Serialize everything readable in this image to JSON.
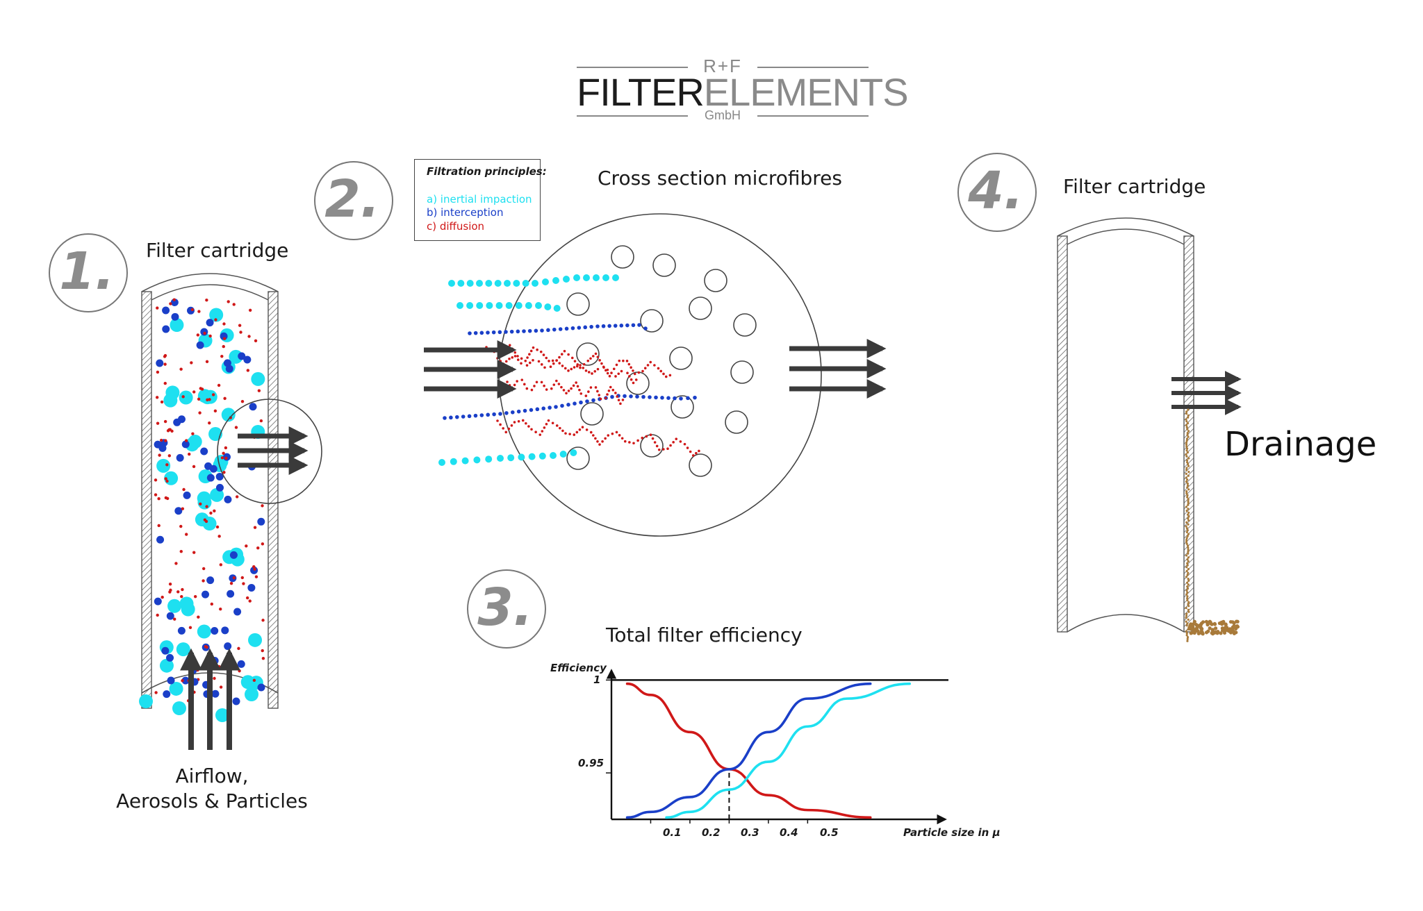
{
  "logo": {
    "top": "R+F",
    "main_a": "FILTER",
    "main_b": "ELEMENTS",
    "sub": "GmbH"
  },
  "steps": [
    "1.",
    "2.",
    "3.",
    "4."
  ],
  "labels": {
    "filter_cartridge_1": "Filter cartridge",
    "cross_section": "Cross section microfibres",
    "filter_cartridge_4": "Filter cartridge",
    "total_efficiency": "Total filter efficiency",
    "drainage": "Drainage",
    "airflow_line1": "Airflow,",
    "airflow_line2": "Aerosols & Particles"
  },
  "legend": {
    "title": "Filtration principles:",
    "items": [
      {
        "text": "a) inertial impaction",
        "color": "#1ee0f0"
      },
      {
        "text": "b) interception",
        "color": "#1a3fc8"
      },
      {
        "text": "c) diffusion",
        "color": "#d01818"
      }
    ]
  },
  "colors": {
    "cyan": "#1ee0f0",
    "blue": "#1a3fc8",
    "red": "#d01818",
    "arrow": "#3a3a3a",
    "drain": "#a87a3a"
  },
  "chart_data": {
    "type": "line",
    "title": "Total filter efficiency",
    "xlabel": "Particle size in μ",
    "ylabel": "Efficiency",
    "x_ticks": [
      "0.1",
      "0.2",
      "0.3",
      "0.4",
      "0.5"
    ],
    "y_ticks": [
      "1",
      "0.95"
    ],
    "xlim": [
      0,
      0.85
    ],
    "ylim": [
      0.925,
      1.005
    ],
    "series": [
      {
        "color": "#d01818",
        "x": [
          0.04,
          0.1,
          0.2,
          0.3,
          0.4,
          0.5,
          0.66
        ],
        "y": [
          0.998,
          0.992,
          0.972,
          0.952,
          0.938,
          0.93,
          0.926
        ]
      },
      {
        "color": "#1a3fc8",
        "x": [
          0.04,
          0.1,
          0.2,
          0.3,
          0.4,
          0.5,
          0.66
        ],
        "y": [
          0.926,
          0.929,
          0.937,
          0.952,
          0.972,
          0.99,
          0.998
        ]
      },
      {
        "color": "#1ee0f0",
        "x": [
          0.14,
          0.2,
          0.3,
          0.4,
          0.5,
          0.6,
          0.76
        ],
        "y": [
          0.926,
          0.929,
          0.941,
          0.956,
          0.975,
          0.99,
          0.998
        ]
      }
    ],
    "reference_lines": [
      {
        "y": 1
      },
      {
        "x": 0.3,
        "y_from": 0.925,
        "y_to": 0.952,
        "style": "dashed"
      }
    ]
  }
}
